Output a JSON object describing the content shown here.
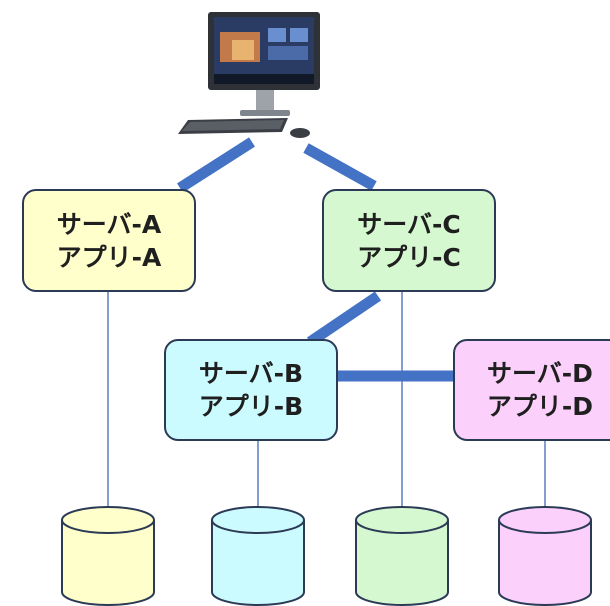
{
  "colors": {
    "thick_link": "#4472c4",
    "thin_link": "#5b7fbf",
    "outline": "#2b3a55",
    "server_a": "#ffffcc",
    "server_b": "#ccfbff",
    "server_c": "#d6f8d0",
    "server_d": "#fbd0fb"
  },
  "nodes": {
    "a": {
      "server": "サーバ-A",
      "app": "アプリ-A"
    },
    "b": {
      "server": "サーバ-B",
      "app": "アプリ-B"
    },
    "c": {
      "server": "サーバ-C",
      "app": "アプリ-C"
    },
    "d": {
      "server": "サーバ-D",
      "app": "アプリ-D"
    }
  },
  "client_icon": "desktop-computer-icon",
  "database_icon": "database-cylinder-icon"
}
